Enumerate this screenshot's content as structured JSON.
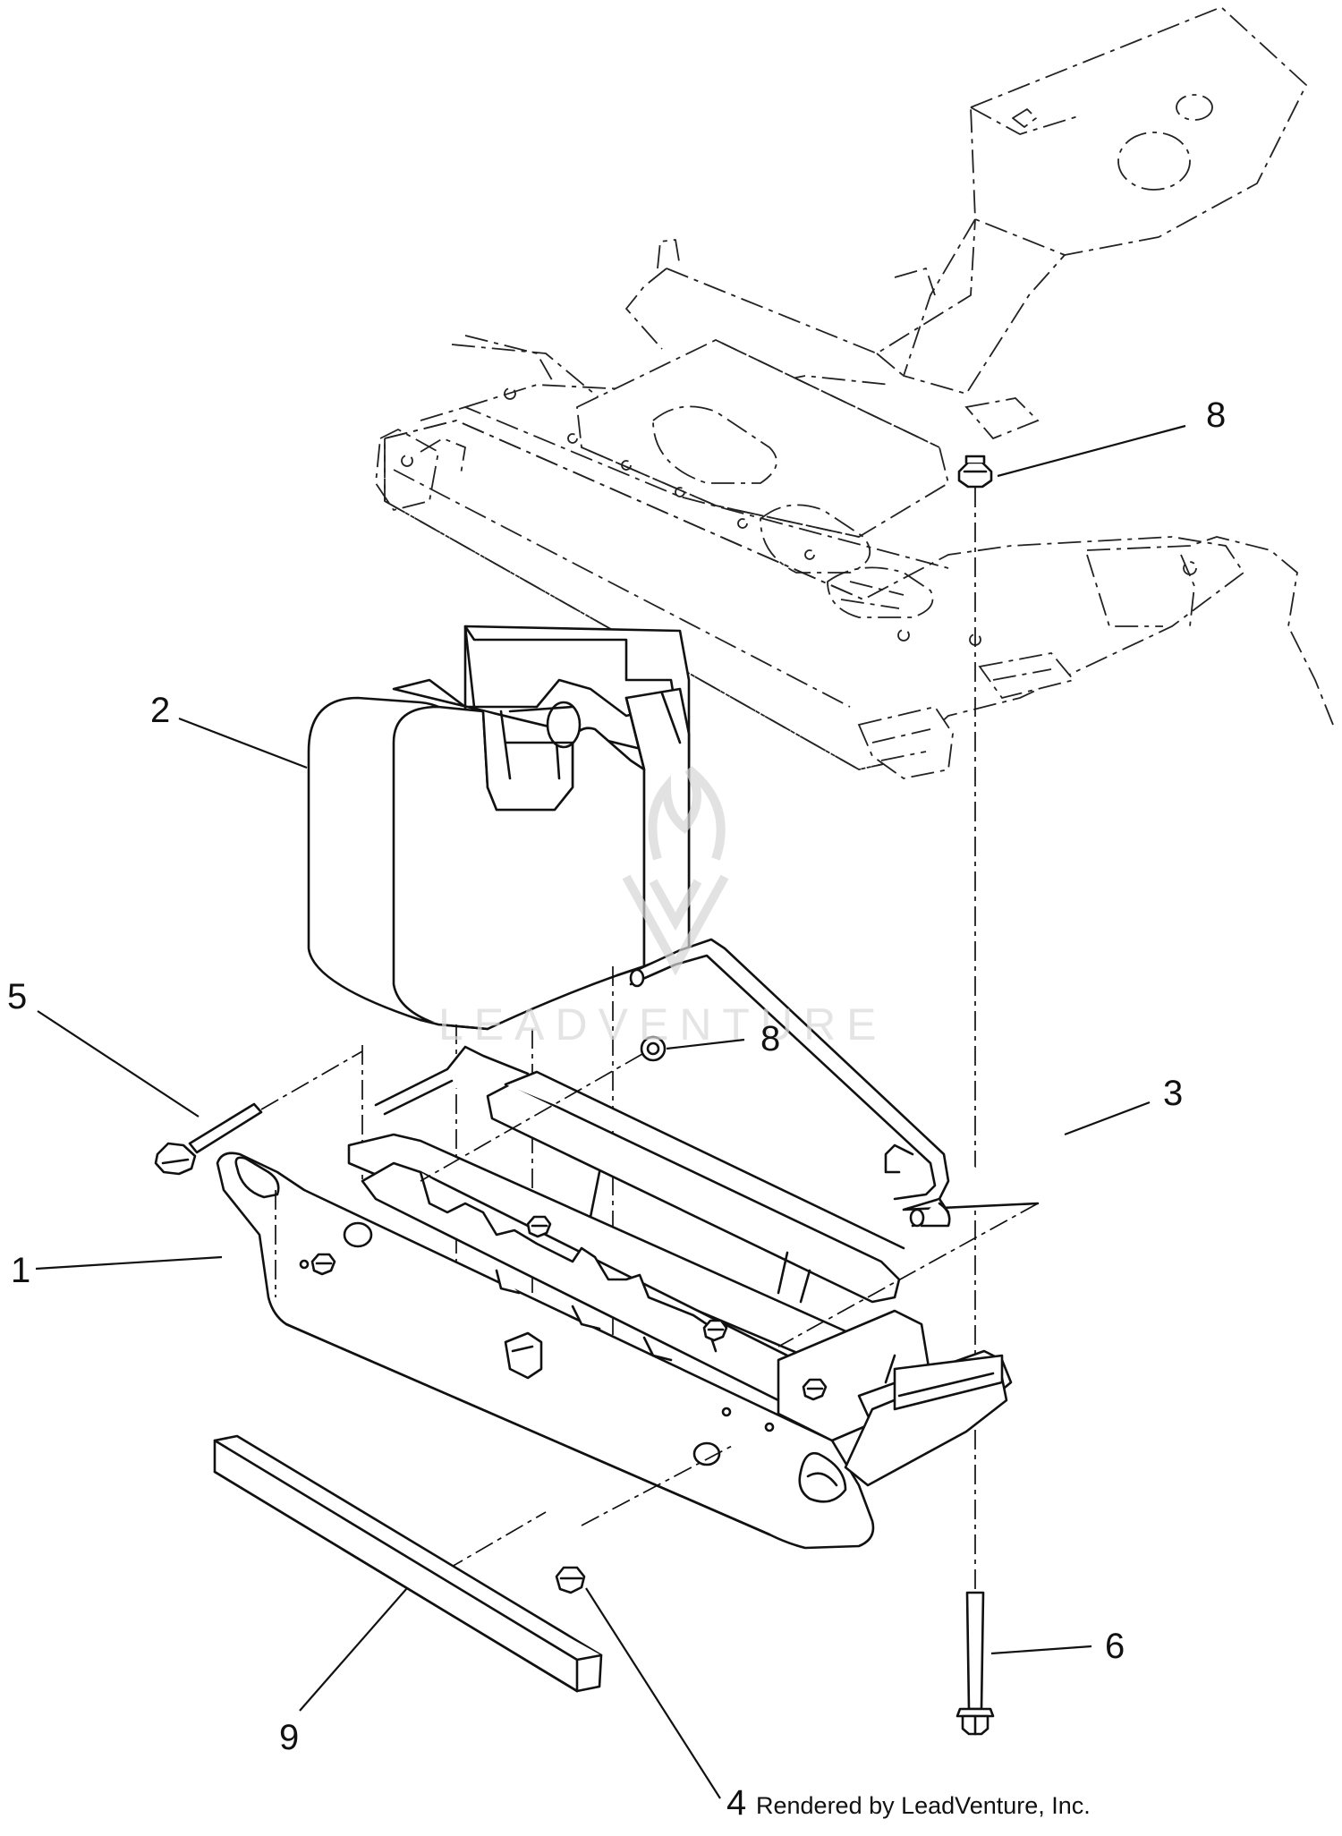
{
  "callouts": {
    "c1": "1",
    "c2": "2",
    "c3": "3",
    "c4": "4",
    "c5": "5",
    "c6": "6",
    "c8a": "8",
    "c8b": "8",
    "c9": "9"
  },
  "watermark": {
    "text": "LEADVENTURE"
  },
  "credit": {
    "text": "Rendered by LeadVenture, Inc."
  },
  "colors": {
    "line": "#111111",
    "background": "#ffffff",
    "watermark": "#d9d9d9"
  }
}
